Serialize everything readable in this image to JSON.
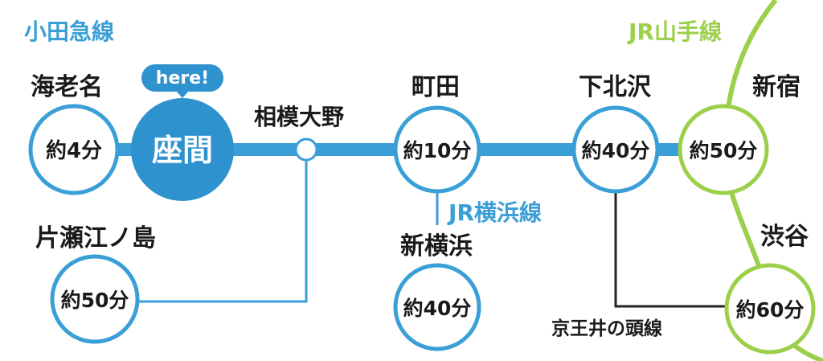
{
  "colors": {
    "odakyu": "#3a9fd6",
    "odakyu_dark": "#2e92cf",
    "yamanote": "#9ccf4a",
    "keio": "#222222",
    "text": "#1a1a1a",
    "node_fill": "#ffffff"
  },
  "lines": {
    "odakyu": "小田急線",
    "yamanote": "JR山手線",
    "yokohama": "JR横浜線",
    "keio": "京王井の頭線"
  },
  "badge": "here!",
  "stations": {
    "ebina": {
      "name": "海老名",
      "time": "約4分"
    },
    "zama": {
      "name": "座間"
    },
    "sagamiono": {
      "name": "相模大野"
    },
    "machida": {
      "name": "町田",
      "time": "約10分"
    },
    "shimokitazawa": {
      "name": "下北沢",
      "time": "約40分"
    },
    "shinjuku": {
      "name": "新宿",
      "time": "約50分"
    },
    "katase": {
      "name": "片瀬江ノ島",
      "time": "約50分"
    },
    "shinyokohama": {
      "name": "新横浜",
      "time": "約40分"
    },
    "shibuya": {
      "name": "渋谷",
      "time": "約60分"
    }
  }
}
